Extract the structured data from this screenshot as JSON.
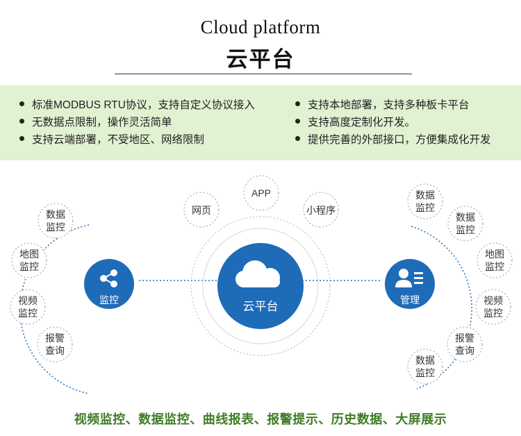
{
  "header": {
    "title_en": "Cloud platform",
    "title_cn": "云平台"
  },
  "features": {
    "left": [
      "标准MODBUS RTU协议，支持自定义协议接入",
      "无数据点限制，操作灵活简单",
      "支持云端部署，不受地区、网络限制"
    ],
    "right": [
      "支持本地部署，支持多种板卡平台",
      "支持高度定制化开发。",
      "提供完善的外部接口，方便集成化开发"
    ]
  },
  "center": {
    "label": "云平台",
    "channels": [
      "网页",
      "APP",
      "小程序"
    ]
  },
  "left_hub": {
    "label": "监控",
    "items": [
      [
        "数据",
        "监控"
      ],
      [
        "地图",
        "监控"
      ],
      [
        "视频",
        "监控"
      ],
      [
        "报警",
        "查询"
      ]
    ]
  },
  "right_hub": {
    "label": "管理",
    "items": [
      [
        "数据",
        "监控"
      ],
      [
        "数据",
        "监控"
      ],
      [
        "地图",
        "监控"
      ],
      [
        "视频",
        "监控"
      ],
      [
        "报警",
        "查询"
      ],
      [
        "数据",
        "监控"
      ]
    ]
  },
  "caption": "视频监控、数据监控、曲线报表、报警提示、历史数据、大屏展示",
  "colors": {
    "primary_blue": "#1e6bb8",
    "band_green": "#e1f2d3",
    "caption_green": "#3f7b22"
  },
  "icons": {
    "left_hub": "share-icon",
    "right_hub": "user-list-icon",
    "center": "cloud-icon"
  }
}
